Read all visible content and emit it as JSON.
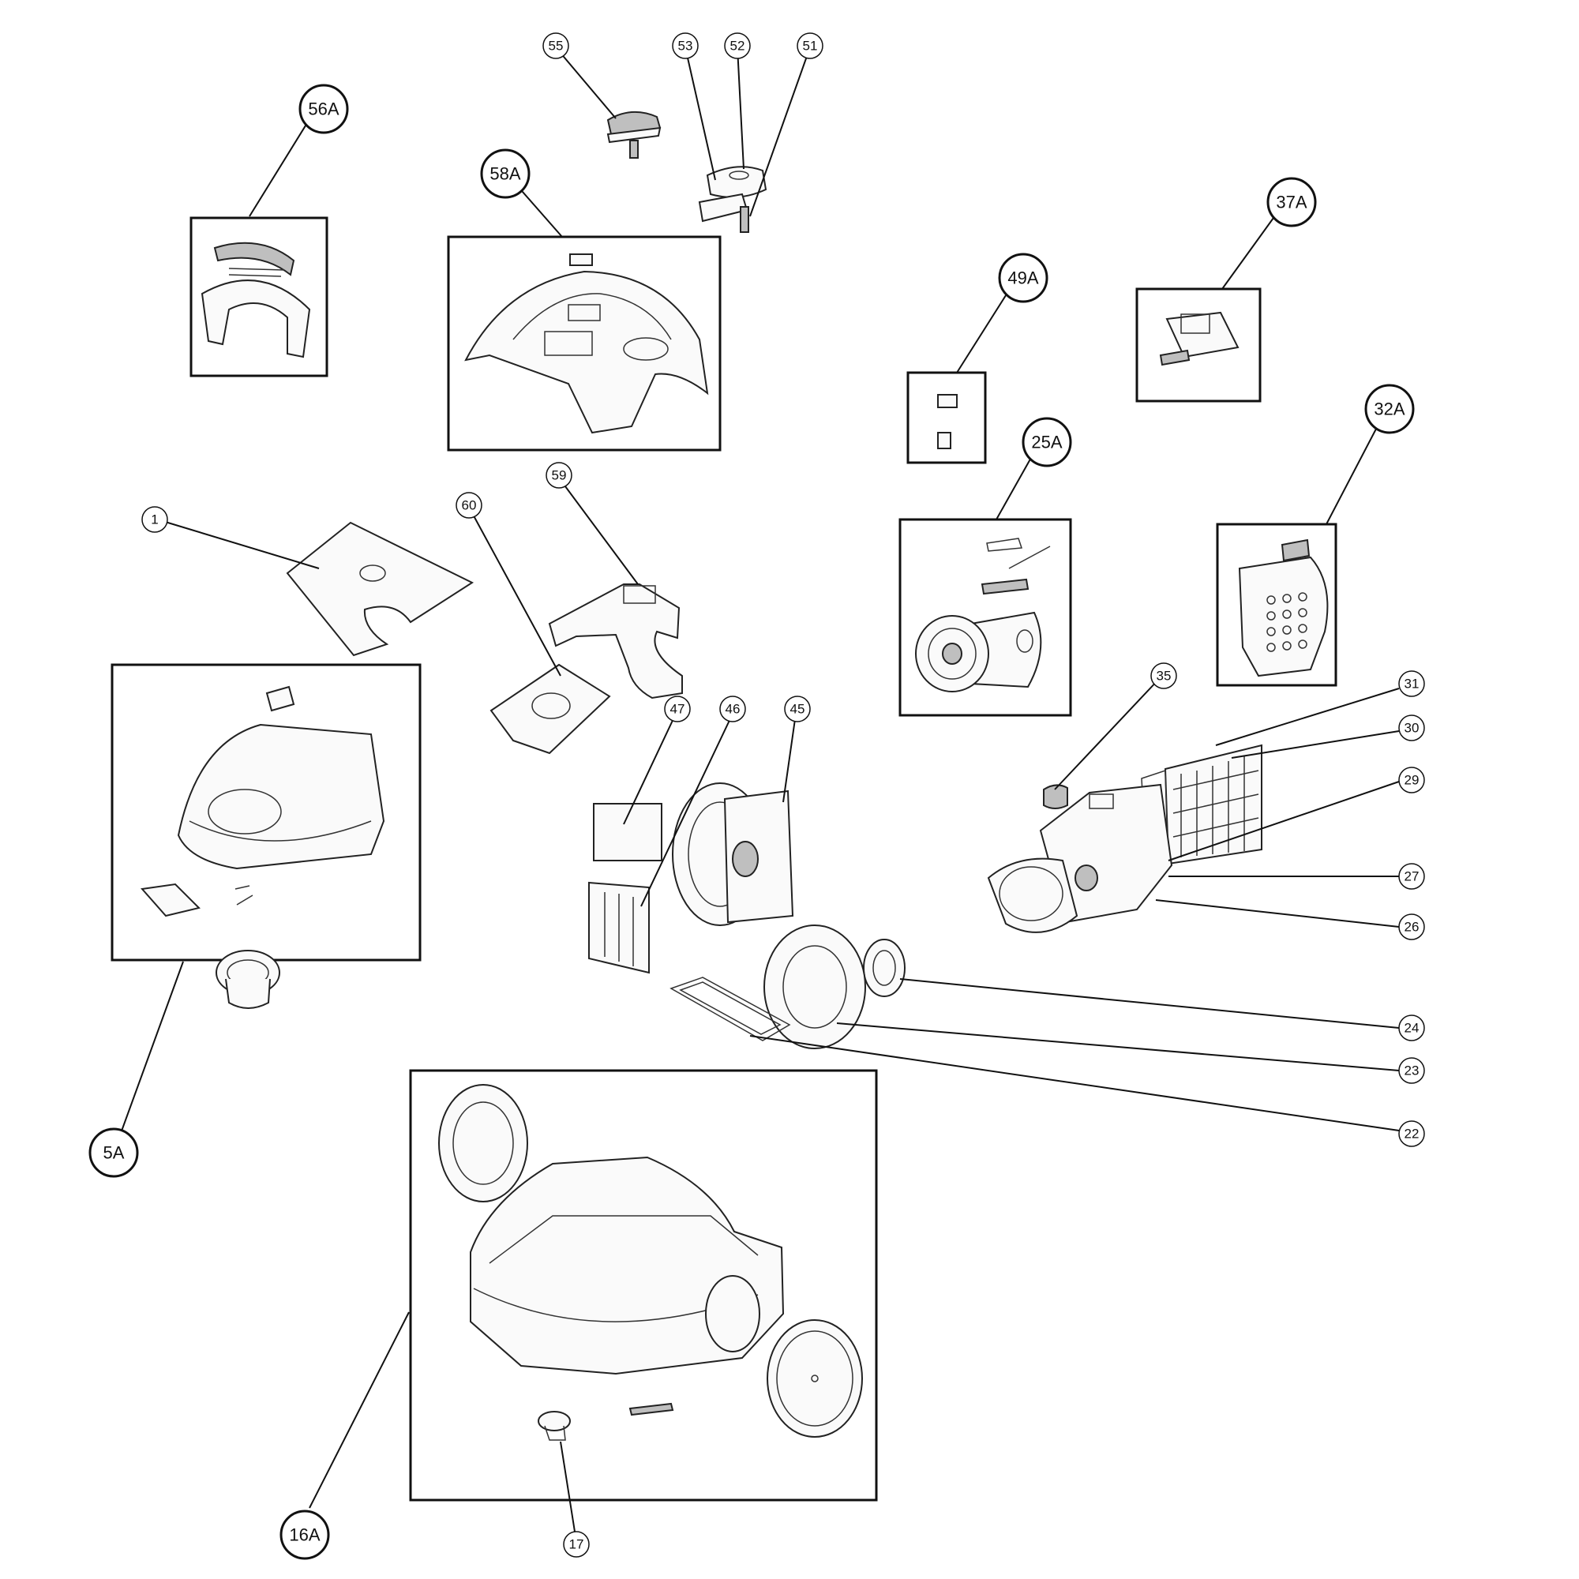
{
  "assembly_callouts": [
    {
      "id": "56A",
      "label": "56A"
    },
    {
      "id": "58A",
      "label": "58A"
    },
    {
      "id": "49A",
      "label": "49A"
    },
    {
      "id": "37A",
      "label": "37A"
    },
    {
      "id": "25A",
      "label": "25A"
    },
    {
      "id": "32A",
      "label": "32A"
    },
    {
      "id": "5A",
      "label": "5A"
    },
    {
      "id": "16A",
      "label": "16A"
    }
  ],
  "part_numbers": [
    {
      "id": "55",
      "label": "55"
    },
    {
      "id": "53",
      "label": "53"
    },
    {
      "id": "52",
      "label": "52"
    },
    {
      "id": "51",
      "label": "51"
    },
    {
      "id": "1",
      "label": "1"
    },
    {
      "id": "60",
      "label": "60"
    },
    {
      "id": "59",
      "label": "59"
    },
    {
      "id": "47",
      "label": "47"
    },
    {
      "id": "46",
      "label": "46"
    },
    {
      "id": "45",
      "label": "45"
    },
    {
      "id": "35",
      "label": "35"
    },
    {
      "id": "31",
      "label": "31"
    },
    {
      "id": "30",
      "label": "30"
    },
    {
      "id": "29",
      "label": "29"
    },
    {
      "id": "27",
      "label": "27"
    },
    {
      "id": "26",
      "label": "26"
    },
    {
      "id": "24",
      "label": "24"
    },
    {
      "id": "23",
      "label": "23"
    },
    {
      "id": "22",
      "label": "22"
    },
    {
      "id": "17",
      "label": "17"
    }
  ]
}
